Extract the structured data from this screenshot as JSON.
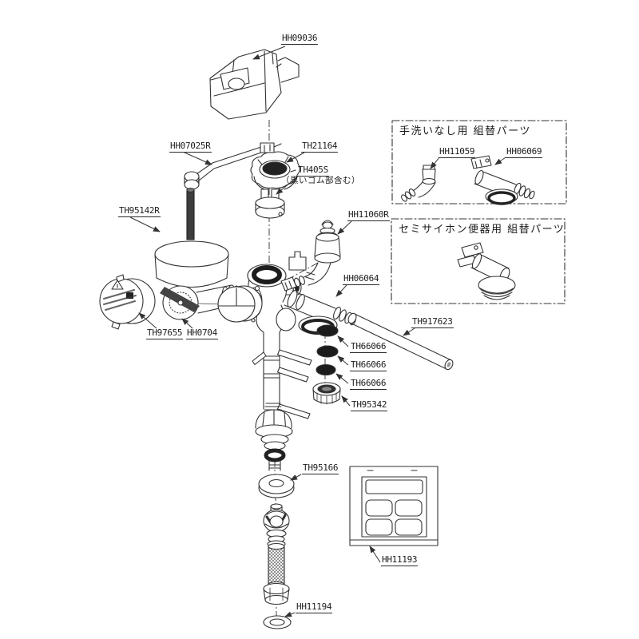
{
  "colors": {
    "line": "#333333",
    "dark": "#1e1e1e",
    "background": "#ffffff"
  },
  "callouts": {
    "hh09036": "HH09036",
    "hh07025r": "HH07025R",
    "th21164": "TH21164",
    "th405s": "TH405S",
    "th405s_note": "（黒いゴム部含む）",
    "th95142r": "TH95142R",
    "hh11060r": "HH11060R",
    "th97655": "TH97655",
    "hh0704": "HH0704",
    "hh06064": "HH06064",
    "th917623": "TH917623",
    "th66066": "TH66066",
    "th95342": "TH95342",
    "th95166": "TH95166",
    "hh11193": "HH11193",
    "hh11194": "HH11194"
  },
  "inset_boxes": {
    "no_handwash": {
      "title": "手洗いなし用 組替パーツ",
      "parts": {
        "hh11059": "HH11059",
        "hh06069": "HH06069"
      }
    },
    "semi_siphon": {
      "title": "セミサイホン便器用 組替パーツ"
    }
  }
}
